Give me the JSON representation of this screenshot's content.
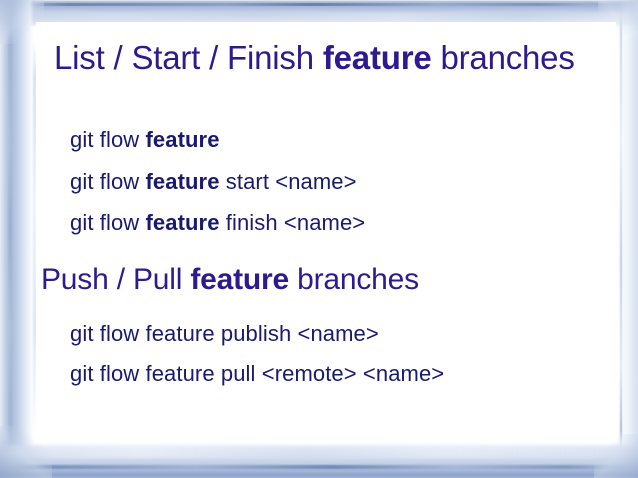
{
  "slide": {
    "title": {
      "prefix": "List / Start / Finish ",
      "keyword": "feature",
      "suffix": " branches",
      "full_text": "List / Start / Finish feature branches",
      "color": "#2E1A8C"
    },
    "section_heading": {
      "prefix": "Push / Pull ",
      "keyword": "feature",
      "suffix": " branches",
      "full_text": "Push / Pull feature branches",
      "color": "#2E1A8C"
    },
    "commands_list_start_finish": [
      {
        "prefix": "git flow ",
        "keyword": "feature",
        "suffix": "",
        "full_text": "git flow feature",
        "keyword_bold": true
      },
      {
        "prefix": "git flow ",
        "keyword": "feature",
        "suffix": " start <name>",
        "full_text": "git flow feature start <name>",
        "keyword_bold": true
      },
      {
        "prefix": "git flow ",
        "keyword": "feature",
        "suffix": " finish <name>",
        "full_text": "git flow feature finish <name>",
        "keyword_bold": true
      }
    ],
    "commands_push_pull": [
      {
        "full_text": "git flow feature publish <name>",
        "keyword_bold": false
      },
      {
        "full_text": "git flow feature pull <remote> <name>",
        "keyword_bold": false
      }
    ],
    "body_text_color": "#191970",
    "frame_color": "#9FB2D3",
    "background_color": "#FFFFFF"
  }
}
